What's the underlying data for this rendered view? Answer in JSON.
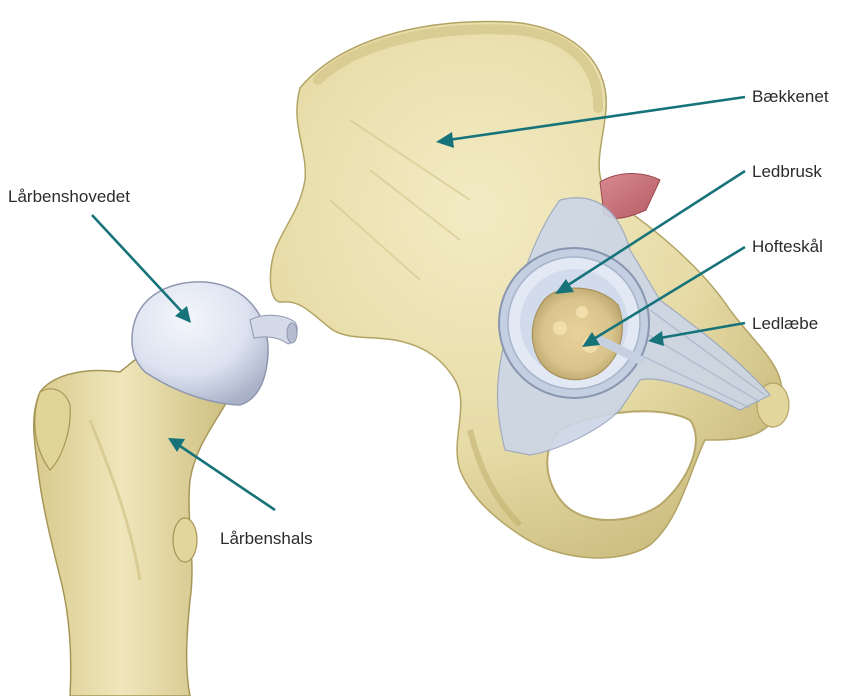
{
  "labels": {
    "pelvis": "Bækkenet",
    "cartilage": "Ledbrusk",
    "acetabulum": "Hofteskål",
    "labrum": "Ledlæbe",
    "femoral_head": "Lårbenshovedet",
    "femoral_neck": "Lårbenshals"
  },
  "colors": {
    "bone": "#e9dfae",
    "bone_shade": "#cdbf82",
    "bone_dark": "#b3a466",
    "cartilage": "#dfe5f2",
    "ligament": "#c9d3e3",
    "muscle": "#c8727a",
    "leader": "#17737a"
  }
}
